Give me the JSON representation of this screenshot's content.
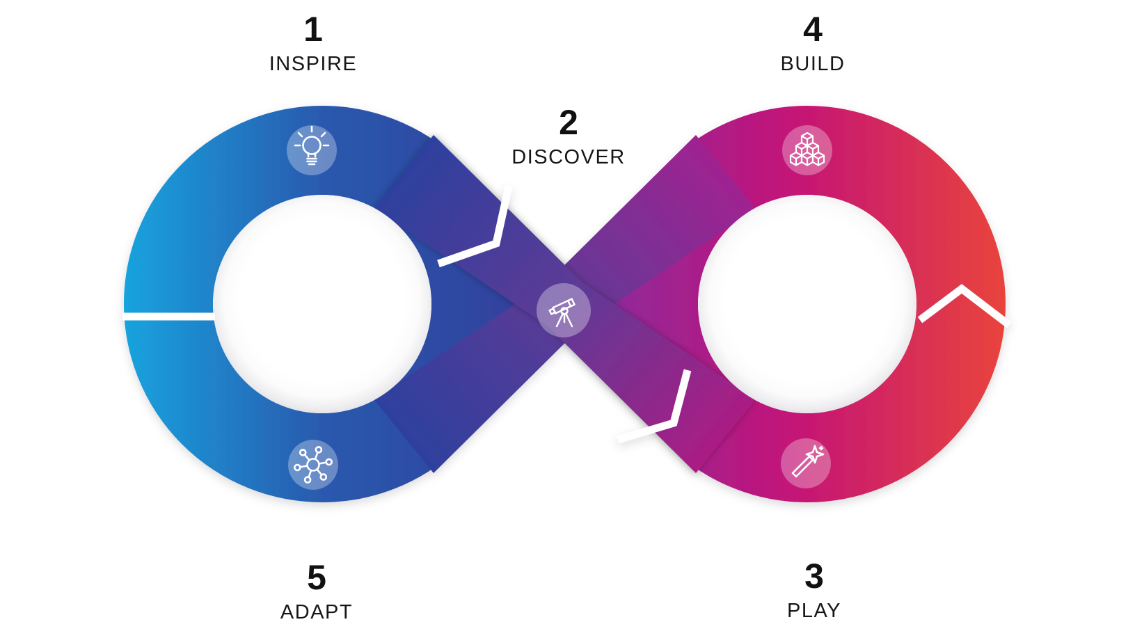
{
  "diagram": {
    "type": "infinity-loop-process",
    "stages": [
      {
        "number": "1",
        "label": "INSPIRE",
        "icon": "lightbulb-icon",
        "position": "top-left"
      },
      {
        "number": "2",
        "label": "DISCOVER",
        "icon": "telescope-icon",
        "position": "top-center"
      },
      {
        "number": "3",
        "label": "PLAY",
        "icon": "magic-wand-icon",
        "position": "bottom-right"
      },
      {
        "number": "4",
        "label": "BUILD",
        "icon": "cubes-icon",
        "position": "top-right"
      },
      {
        "number": "5",
        "label": "ADAPT",
        "icon": "network-icon",
        "position": "bottom-left"
      }
    ],
    "colors": {
      "background": "#ffffff",
      "text": "#111111",
      "divider": "#ffffff",
      "left_ring_start": "#18a3de",
      "left_ring_mid": "#2a59ae",
      "left_ring_end": "#31409c",
      "center_band": "#5e3a96",
      "right_ring_start": "#8f2a9b",
      "right_ring_mid": "#c31378",
      "right_ring_end": "#e9443c"
    }
  }
}
